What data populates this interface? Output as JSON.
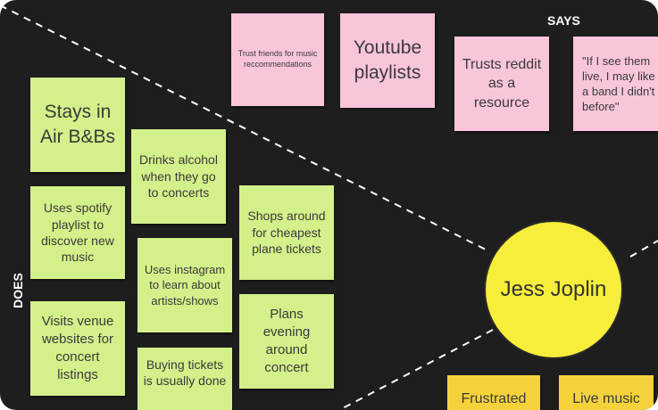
{
  "labels": {
    "says": "SAYS",
    "does": "DOES"
  },
  "persona": {
    "name": "Jess Joplin"
  },
  "says_notes": [
    "Trust friends for music reccommendations",
    "Youtube playlists",
    "Trusts reddit as a resource",
    "\"If I see them live, I may like a band I didn't before\""
  ],
  "does_notes": [
    "Stays in Air B&Bs",
    "Drinks alcohol when they go to concerts",
    "Uses spotify playlist to discover new music",
    "Shops around for cheapest plane tickets",
    "Uses instagram to learn about artists/shows",
    "Visits venue websites for concert listings",
    "Plans evening around concert",
    "Buying tickets is usually done"
  ],
  "feels_notes": [
    "Frustrated",
    "Live music"
  ],
  "colors": {
    "board": "#1e1e1e",
    "does_note": "#d4f08a",
    "says_note": "#f9c5da",
    "feels_note": "#f5d23c",
    "persona": "#f6ee3a"
  }
}
